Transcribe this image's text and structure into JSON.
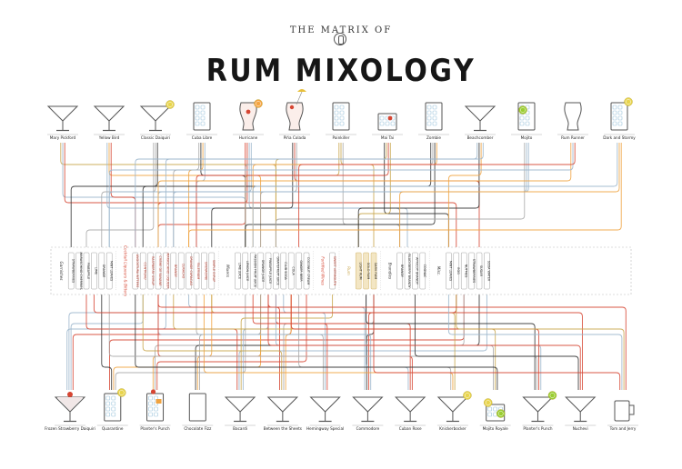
{
  "header": {
    "subtitle": "THE MATRIX OF",
    "title": "RUM MIXOLOGY"
  },
  "colors": {
    "rum_light": "#9bb6cc",
    "rum_gold": "#c9a64c",
    "rum_red": "#d64532",
    "rum_dark": "#333333",
    "ice": "#9cc4dc",
    "lemon": "#e8d44d",
    "lime": "#9acd32"
  },
  "top_cocktails": [
    {
      "name": "Mary Pickford",
      "glass": "martini"
    },
    {
      "name": "Yellow Bird",
      "glass": "martini"
    },
    {
      "name": "Classic Daiquiri",
      "glass": "martini-lemon"
    },
    {
      "name": "Cuba Libre",
      "glass": "highball"
    },
    {
      "name": "Hurricane",
      "glass": "hurricane"
    },
    {
      "name": "Piña Colada",
      "glass": "hurricane-umbrella"
    },
    {
      "name": "Painkiller",
      "glass": "highball"
    },
    {
      "name": "Mai Tai",
      "glass": "old-fashioned"
    },
    {
      "name": "Zombie",
      "glass": "highball"
    },
    {
      "name": "Beachcomber",
      "glass": "martini"
    },
    {
      "name": "Mojito",
      "glass": "highball-lime"
    },
    {
      "name": "Rum Runner",
      "glass": "hurricane-small"
    },
    {
      "name": "Dark and Stormy",
      "glass": "highball-lemon"
    }
  ],
  "bottom_cocktails": [
    {
      "name": "Frozen Strawberry Daiquiri",
      "glass": "martini-frozen"
    },
    {
      "name": "Quarantine",
      "glass": "highball-lemon"
    },
    {
      "name": "Planter's Punch",
      "glass": "highball-cherry"
    },
    {
      "name": "Chocolate Fizz",
      "glass": "tall"
    },
    {
      "name": "Bacardi",
      "glass": "martini"
    },
    {
      "name": "Between the Sheets",
      "glass": "martini"
    },
    {
      "name": "Hemingway Special",
      "glass": "martini"
    },
    {
      "name": "Commodore",
      "glass": "martini"
    },
    {
      "name": "Cuban Rose",
      "glass": "martini"
    },
    {
      "name": "Knickerbocker",
      "glass": "martini-lemon"
    },
    {
      "name": "Mojito Royale",
      "glass": "oldfashioned-lemon"
    },
    {
      "name": "Planter's Punch",
      "glass": "martini-lime"
    },
    {
      "name": "Nuchevi",
      "glass": "martini"
    },
    {
      "name": "Tom and Jerry",
      "glass": "mug"
    }
  ],
  "groups": [
    {
      "label": "Garnishes",
      "color": "#333333",
      "items": [
        "STRAWBERRIES",
        "MARASCHINO CHERRIES",
        "PINEAPPLE",
        "LIME",
        "ORANGE",
        "MINT LEAVES"
      ]
    },
    {
      "label": "Cocktail Liqueurs & Bitters",
      "color": "#d64532",
      "items": [
        "ANGOSTURA BITTERS",
        "CONTREAU",
        "RASPBERRY SYRUP",
        "CRÈME DE BANANE",
        "MARASCHINO LIQUEUR",
        "BRANDY",
        "CURACAO",
        "ORANGE CURACAO",
        "FALERNUM",
        "GRENADINE",
        "SIMPLE SYRUP"
      ]
    },
    {
      "label": "Mixers",
      "color": "#333333",
      "items": [
        "LIME JUICE",
        "LEMON JUICE",
        "PASSION FRUIT JUICE",
        "ORANGE JUICE",
        "PINEAPPLE JUICE",
        "GRAPEFRUIT JUICE",
        "CLUB SODA",
        "COLA",
        "GINGER BEER",
        "COCONUT CREAM"
      ]
    },
    {
      "label": "Fortified Wines",
      "color": "#d64532",
      "items": [
        "SWEET VERMOUTH"
      ]
    },
    {
      "label": "Rum",
      "color": "#c9a64c",
      "items": [
        "LIGHT RUM",
        "GOLD RUM",
        "DARK RUM"
      ]
    },
    {
      "label": "Brandies",
      "color": "#333333",
      "items": [
        "BRANDY",
        "BLACKBERRY BRANDY",
        "APRICOT BRANDY",
        "COGNAC"
      ]
    },
    {
      "label": "Misc.",
      "color": "#333333",
      "items": [
        "MINT LEAVES",
        "EGG",
        "NUTMEG",
        "STRAWBERRIES",
        "SUGAR",
        "SODA WATER"
      ]
    }
  ]
}
